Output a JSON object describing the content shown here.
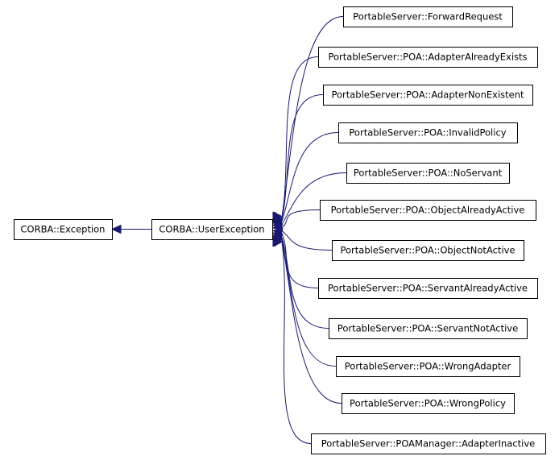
{
  "diagram": {
    "type": "class-inheritance-graph",
    "nodes": [
      {
        "id": "exception",
        "label": "CORBA::Exception"
      },
      {
        "id": "userexception",
        "label": "CORBA::UserException"
      },
      {
        "id": "fwd",
        "label": "PortableServer::ForwardRequest"
      },
      {
        "id": "aae",
        "label": "PortableServer::POA::AdapterAlreadyExists"
      },
      {
        "id": "ane",
        "label": "PortableServer::POA::AdapterNonExistent"
      },
      {
        "id": "ip",
        "label": "PortableServer::POA::InvalidPolicy"
      },
      {
        "id": "ns",
        "label": "PortableServer::POA::NoServant"
      },
      {
        "id": "oaa",
        "label": "PortableServer::POA::ObjectAlreadyActive"
      },
      {
        "id": "ona",
        "label": "PortableServer::POA::ObjectNotActive"
      },
      {
        "id": "saa",
        "label": "PortableServer::POA::ServantAlreadyActive"
      },
      {
        "id": "sna",
        "label": "PortableServer::POA::ServantNotActive"
      },
      {
        "id": "wa",
        "label": "PortableServer::POA::WrongAdapter"
      },
      {
        "id": "wp",
        "label": "PortableServer::POA::WrongPolicy"
      },
      {
        "id": "pmai",
        "label": "PortableServer::POAManager::AdapterInactive"
      }
    ],
    "edges": [
      {
        "from": "userexception",
        "to": "exception"
      },
      {
        "from": "fwd",
        "to": "userexception"
      },
      {
        "from": "aae",
        "to": "userexception"
      },
      {
        "from": "ane",
        "to": "userexception"
      },
      {
        "from": "ip",
        "to": "userexception"
      },
      {
        "from": "ns",
        "to": "userexception"
      },
      {
        "from": "oaa",
        "to": "userexception"
      },
      {
        "from": "ona",
        "to": "userexception"
      },
      {
        "from": "saa",
        "to": "userexception"
      },
      {
        "from": "sna",
        "to": "userexception"
      },
      {
        "from": "wa",
        "to": "userexception"
      },
      {
        "from": "wp",
        "to": "userexception"
      },
      {
        "from": "pmai",
        "to": "userexception"
      }
    ],
    "edge_color": "#191970"
  }
}
